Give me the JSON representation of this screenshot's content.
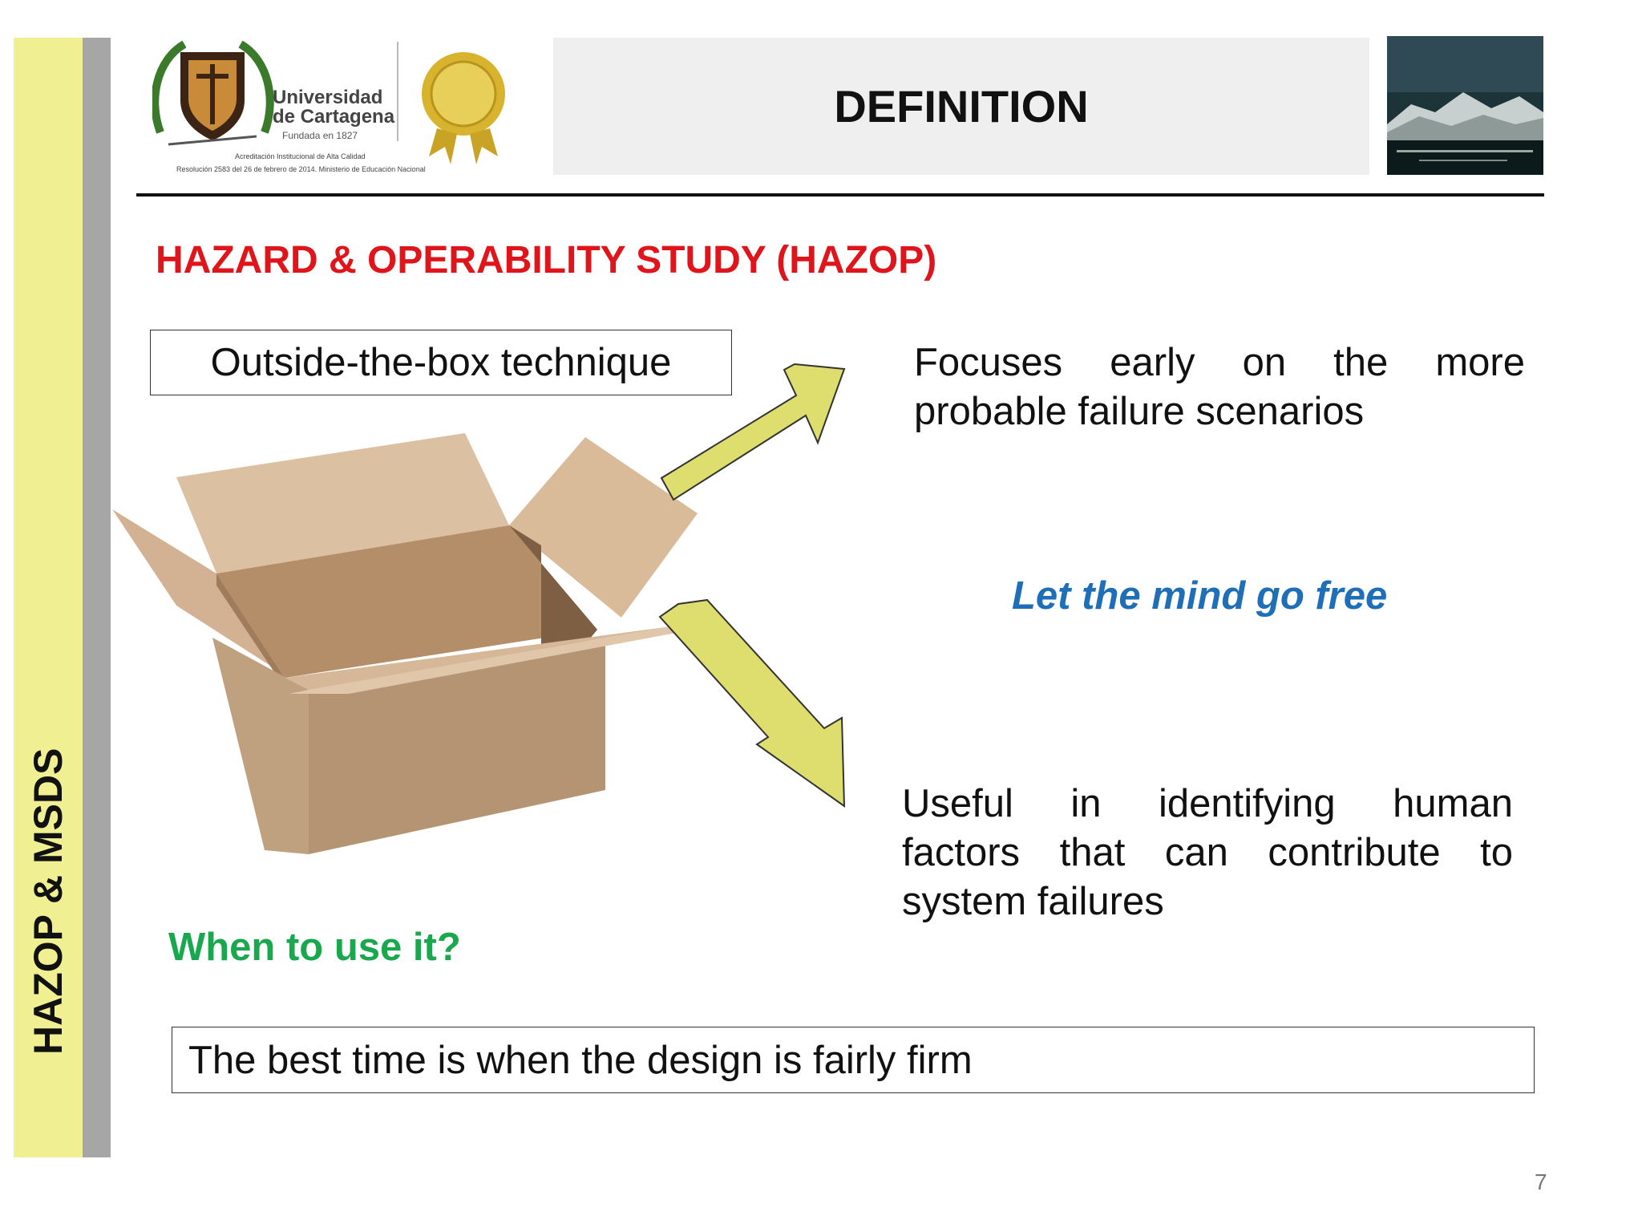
{
  "sidebar": {
    "title": "HAZOP & MSDS"
  },
  "header": {
    "university_name_line1": "Universidad",
    "university_name_line2": "de Cartagena",
    "university_founded": "Fundada en 1827",
    "accreditation_line1": "Acreditación Institucional de Alta Calidad",
    "accreditation_line2": "Resolución 2583 del 26 de febrero de 2014. Ministerio de Educación Nacional",
    "title": "DEFINITION"
  },
  "slide": {
    "subtitle": "HAZARD & OPERABILITY STUDY (HAZOP)",
    "box_label": "Outside-the-box technique",
    "point1_line1": "Focuses early on the more",
    "point1_line2": "probable failure scenarios",
    "tagline": "Let the mind go free",
    "point2_line1": "Useful in identifying human",
    "point2_line2": "factors that can contribute to",
    "point2_line3": "system failures",
    "question": "When to use it?",
    "answer": "The best time is when the design is fairly firm"
  },
  "footer": {
    "page_number": "7"
  },
  "colors": {
    "sidebar_yellow": "#f0f092",
    "sidebar_gray": "#a6a6a6",
    "subtitle_red": "#e0151b",
    "tagline_blue": "#1e6fb8",
    "question_green": "#1aa84e",
    "arrow_fill": "#dede6e"
  }
}
